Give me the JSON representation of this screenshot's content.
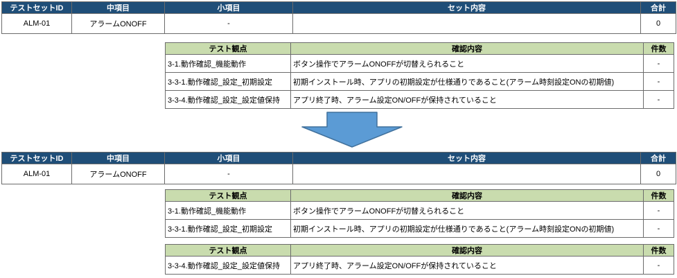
{
  "colors": {
    "summary_header_bg": "#1F4E78",
    "summary_header_text": "#ffffff",
    "detail_header_bg": "#C9DCAE",
    "arrow_fill": "#5B9BD5",
    "arrow_stroke": "#41719C"
  },
  "summary_header": {
    "id": "テストセットID",
    "mid": "中項目",
    "small": "小項目",
    "content": "セット内容",
    "total": "合計"
  },
  "detail_header": {
    "viewpoint": "テスト観点",
    "confirm": "確認内容",
    "count": "件数"
  },
  "section1": {
    "summary_row": {
      "id": "ALM-01",
      "mid": "アラームONOFF",
      "small": "-",
      "content": "",
      "total": "0"
    },
    "detail_rows": [
      {
        "viewpoint": "3-1.動作確認_機能動作",
        "confirm": "ボタン操作でアラームONOFFが切替えられること",
        "count": "-"
      },
      {
        "viewpoint": "3-3-1.動作確認_設定_初期設定",
        "confirm": "初期インストール時、アプリの初期設定が仕様通りであること(アラーム時刻設定ONの初期値)",
        "count": "-"
      },
      {
        "viewpoint": "3-3-4.動作確認_設定_設定値保持",
        "confirm": "アプリ終了時、アラーム設定ON/OFFが保持されていること",
        "count": "-"
      }
    ]
  },
  "section2": {
    "summary_row": {
      "id": "ALM-01",
      "mid": "アラームONOFF",
      "small": "-",
      "content": "",
      "total": "0"
    },
    "detail_rows": [
      {
        "viewpoint": "3-1.動作確認_機能動作",
        "confirm": "ボタン操作でアラームONOFFが切替えられること",
        "count": "-"
      },
      {
        "viewpoint": "3-3-1.動作確認_設定_初期設定",
        "confirm": "初期インストール時、アプリの初期設定が仕様通りであること(アラーム時刻設定ONの初期値)",
        "count": "-"
      }
    ],
    "detail_rows2": [
      {
        "viewpoint": "3-3-4.動作確認_設定_設定値保持",
        "confirm": "アプリ終了時、アラーム設定ON/OFFが保持されていること",
        "count": "-"
      }
    ]
  }
}
